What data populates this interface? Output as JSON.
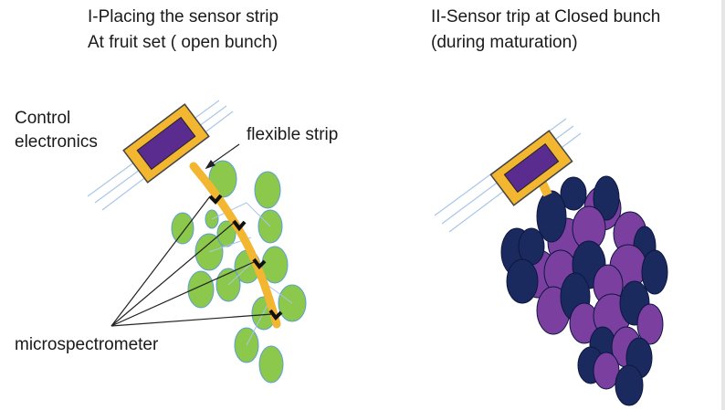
{
  "panel_left": {
    "title_line1": "I-Placing the sensor strip",
    "title_line2": "At fruit set ( open bunch)",
    "label_control_1": "Control",
    "label_control_2": "electronics",
    "label_strip": "flexible strip",
    "label_micro": "microspectrometer"
  },
  "panel_right": {
    "title_line1": "II-Sensor trip at Closed bunch",
    "title_line2": "(during maturation)"
  },
  "colors": {
    "green_berry": "#8CC84B",
    "green_outline": "#5A9FD4",
    "navy_berry": "#1B2A5E",
    "purple_berry": "#7B3FA0",
    "device_frame": "#F2B630",
    "device_screen": "#5B2C8F",
    "strip": "#F2B630",
    "stem_lines": "#A9C6E8"
  }
}
